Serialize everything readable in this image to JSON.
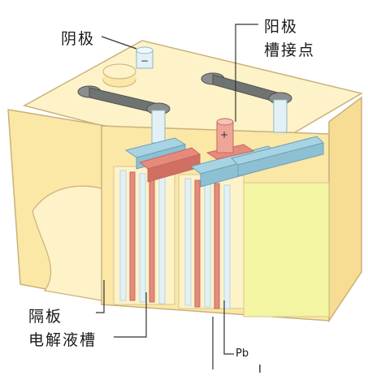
{
  "labels": {
    "cathode": "阴极",
    "anode_line1": "阳极",
    "anode_line2": "槽接点",
    "separator": "隔板",
    "electrolyte_tank": "电解液槽",
    "lead": "Pb",
    "bottom_mark": "I"
  },
  "symbols": {
    "negative": "−",
    "positive": "+"
  },
  "colors": {
    "case_face": "#fbe7a6",
    "case_light": "#fdf2c8",
    "case_edge": "#c9b27a",
    "liquid": "#f3f5a3",
    "plate_blue": "#a7d3e2",
    "plate_red": "#e58a7c",
    "strap_gray": "#6f7472"
  }
}
